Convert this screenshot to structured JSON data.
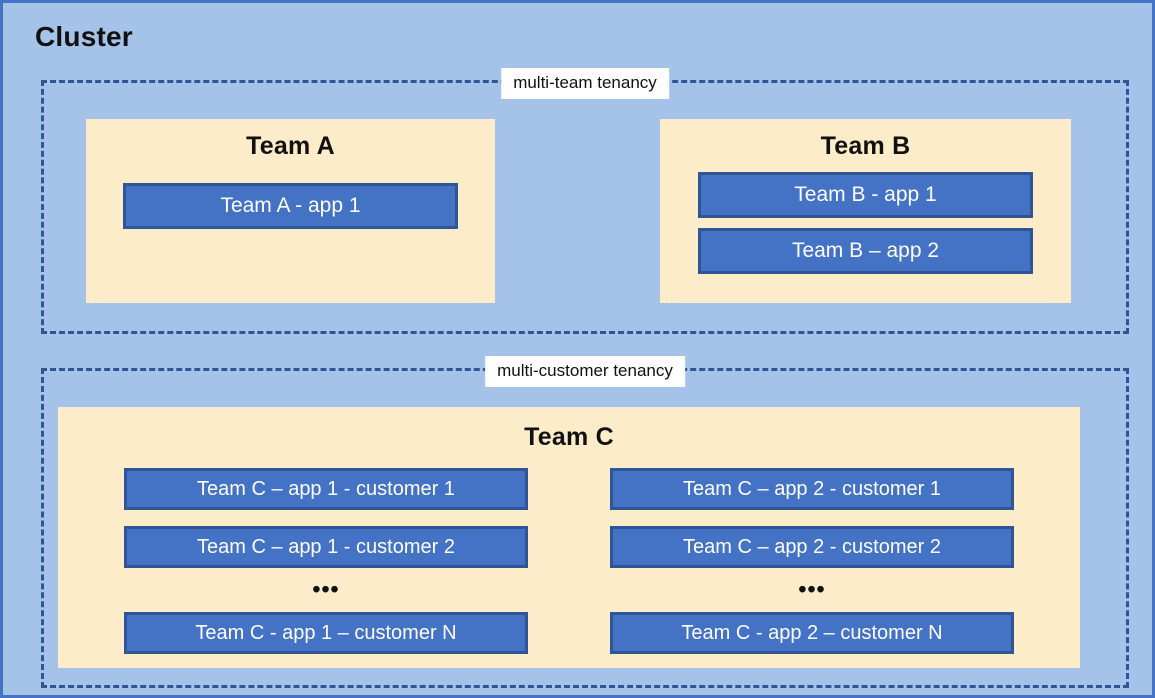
{
  "diagram": {
    "title": "Cluster",
    "background_color": "#a5c3e8",
    "outer_border_color": "#4472c4",
    "team_box_color": "#fcecc9",
    "app_box_color": "#4472c4",
    "app_box_border_color": "#2f5597",
    "dashed_border_color": "#2f5597",
    "label_background_color": "#ffffff"
  },
  "groups": [
    {
      "label": "multi-team tenancy",
      "teams": [
        {
          "title": "Team A",
          "apps": [
            {
              "label": "Team A - app 1"
            }
          ]
        },
        {
          "title": "Team B",
          "apps": [
            {
              "label": "Team B - app 1"
            },
            {
              "label": "Team B – app 2"
            }
          ]
        }
      ]
    },
    {
      "label": "multi-customer tenancy",
      "teams": [
        {
          "title": "Team C",
          "columns": [
            {
              "apps": [
                {
                  "label": "Team C – app 1 - customer 1"
                },
                {
                  "label": "Team C – app 1 - customer 2"
                }
              ],
              "ellipsis": "•••",
              "last_app": {
                "label": "Team C - app 1 – customer N"
              }
            },
            {
              "apps": [
                {
                  "label": "Team C – app 2 - customer 1"
                },
                {
                  "label": "Team C – app 2 - customer 2"
                }
              ],
              "ellipsis": "•••",
              "last_app": {
                "label": "Team C - app 2 – customer N"
              }
            }
          ]
        }
      ]
    }
  ]
}
